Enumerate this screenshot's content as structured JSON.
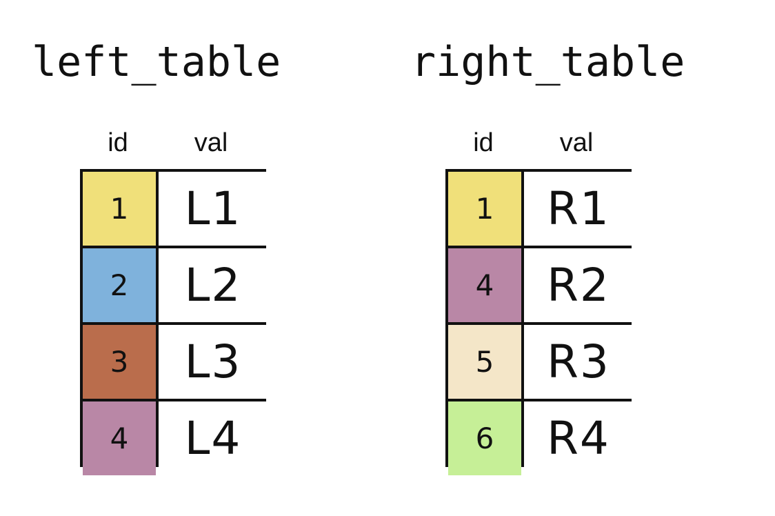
{
  "left_table": {
    "title": "left_table",
    "headers": {
      "id": "id",
      "val": "val"
    },
    "rows": [
      {
        "id": "1",
        "val": "L1",
        "color": "#F0E07A"
      },
      {
        "id": "2",
        "val": "L2",
        "color": "#7FB2DC"
      },
      {
        "id": "3",
        "val": "L3",
        "color": "#BA6D4C"
      },
      {
        "id": "4",
        "val": "L4",
        "color": "#B987A6"
      }
    ]
  },
  "right_table": {
    "title": "right_table",
    "headers": {
      "id": "id",
      "val": "val"
    },
    "rows": [
      {
        "id": "1",
        "val": "R1",
        "color": "#F0E07A"
      },
      {
        "id": "4",
        "val": "R2",
        "color": "#B987A6"
      },
      {
        "id": "5",
        "val": "R3",
        "color": "#F4E6C8"
      },
      {
        "id": "6",
        "val": "R4",
        "color": "#C6EF97"
      }
    ]
  }
}
